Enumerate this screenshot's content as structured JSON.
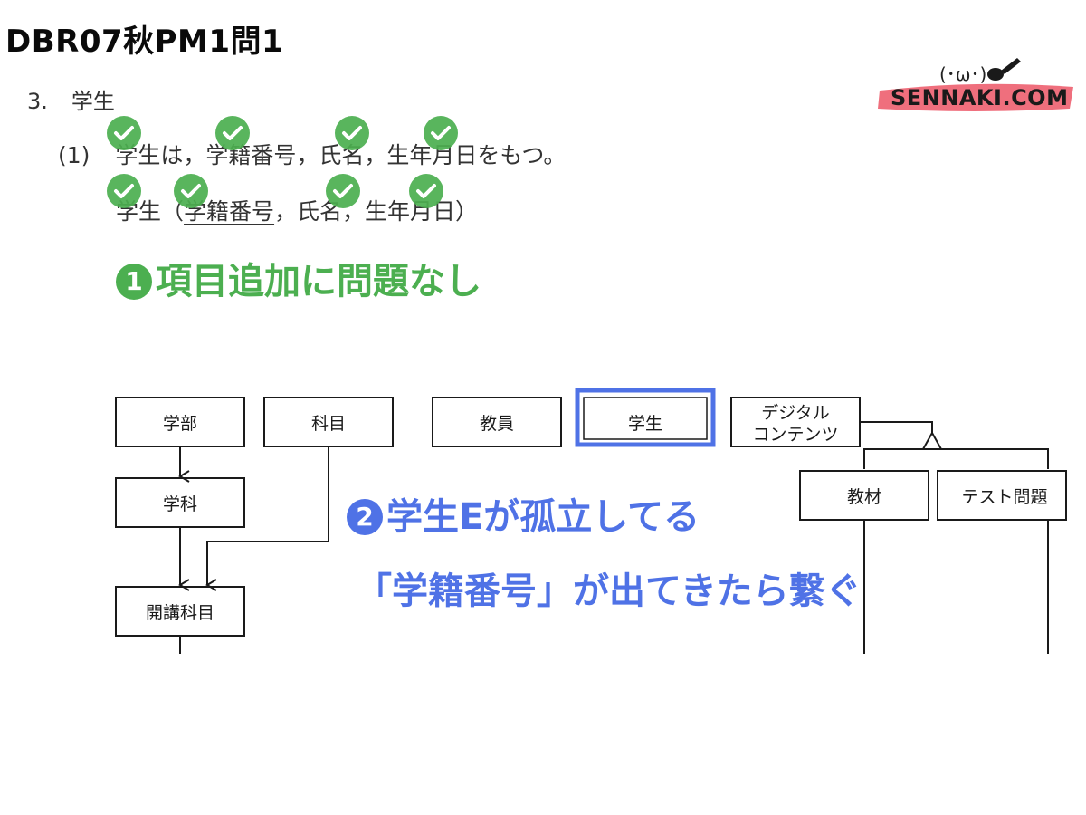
{
  "header": {
    "title": "DBR07秋PM1問1"
  },
  "brand": {
    "name": "SENNAKI.COM",
    "face": "(･ω･)"
  },
  "problem": {
    "section_number": "3.",
    "section_title": "学生",
    "item_number": "(1)",
    "requirement": "学生は，学籍番号，氏名，生年月日をもつ。",
    "entity_name": "学生",
    "open_paren": "（",
    "primary_key": "学籍番号",
    "attrs_rest": "，氏名，生年月日）"
  },
  "annotations": {
    "note1_num": "1",
    "note1_text": "項目追加に問題なし",
    "note2_num": "2",
    "note2_text": "学生Eが孤立してる",
    "note3_text": "「学籍番号」が出てきたら繋ぐ",
    "check_color": "#4caf50",
    "highlight_color": "#4f72e6"
  },
  "diagram": {
    "entities": {
      "gakubu": "学部",
      "kamoku": "科目",
      "kyoin": "教員",
      "gakusei": "学生",
      "digital_line1": "デジタル",
      "digital_line2": "コンテンツ",
      "gakka": "学科",
      "kaiko_kamoku": "開講科目",
      "kyozai": "教材",
      "test_mondai": "テスト問題"
    }
  }
}
